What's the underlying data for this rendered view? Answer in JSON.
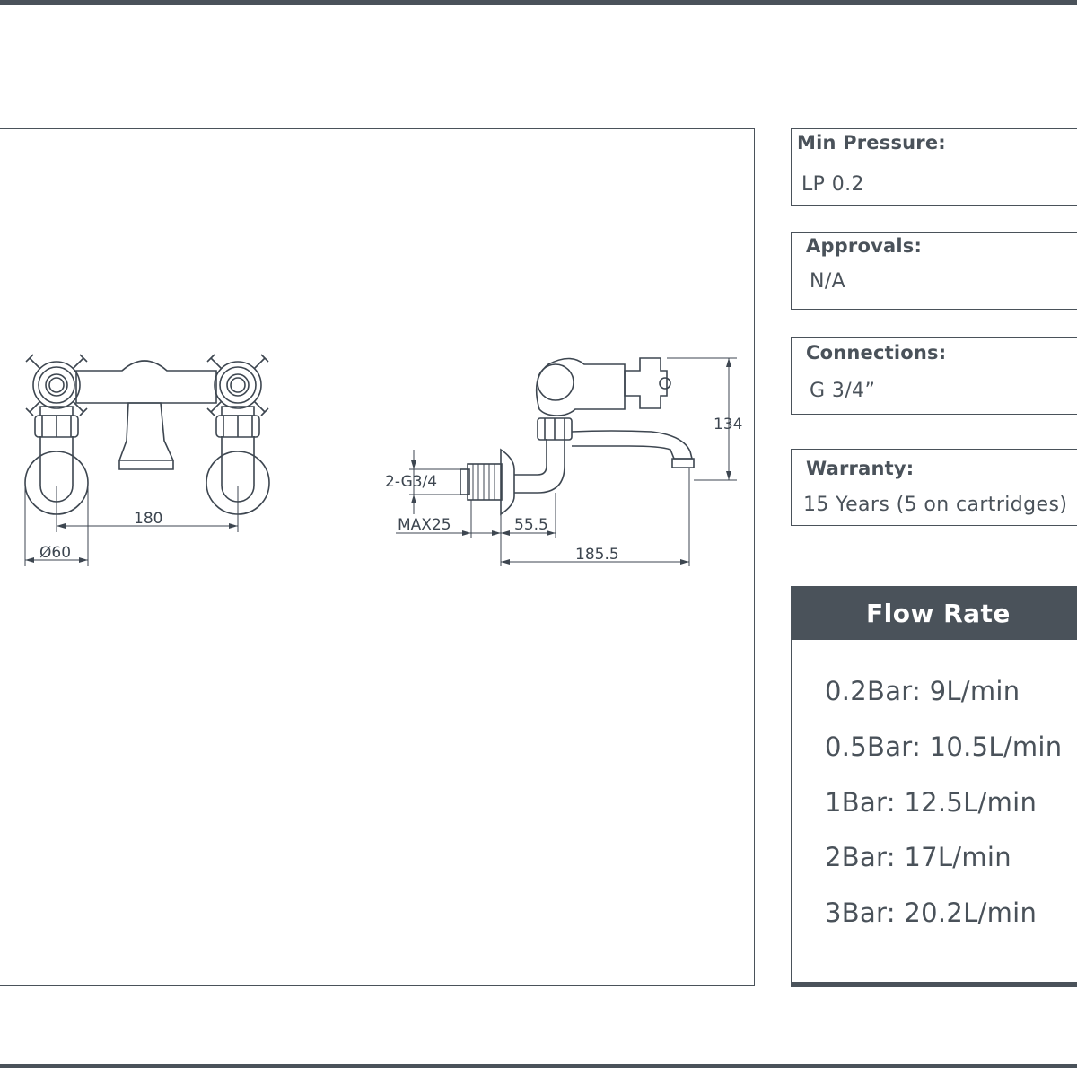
{
  "specs": {
    "min_pressure": {
      "label": "Min Pressure:",
      "value": "LP 0.2"
    },
    "approvals": {
      "label": "Approvals:",
      "value": "N/A"
    },
    "connections": {
      "label": "Connections:",
      "value": "G 3/4”"
    },
    "warranty": {
      "label": "Warranty:",
      "value": "15 Years (5 on cartridges)"
    }
  },
  "flow_rate": {
    "title": "Flow Rate",
    "items": [
      "0.2Bar: 9L/min",
      "0.5Bar: 10.5L/min",
      "1Bar: 12.5L/min",
      "2Bar: 17L/min",
      "3Bar: 20.2L/min"
    ]
  },
  "drawing": {
    "front_view": {
      "centers": "180",
      "diameter": "Ø60"
    },
    "side_view": {
      "thread": "2-G3/4",
      "max_wall": "MAX25",
      "depth": "55.5",
      "projection": "185.5",
      "height": "134"
    }
  },
  "colors": {
    "accent": "#4a525a",
    "line": "#3d4650",
    "background": "#ffffff"
  }
}
